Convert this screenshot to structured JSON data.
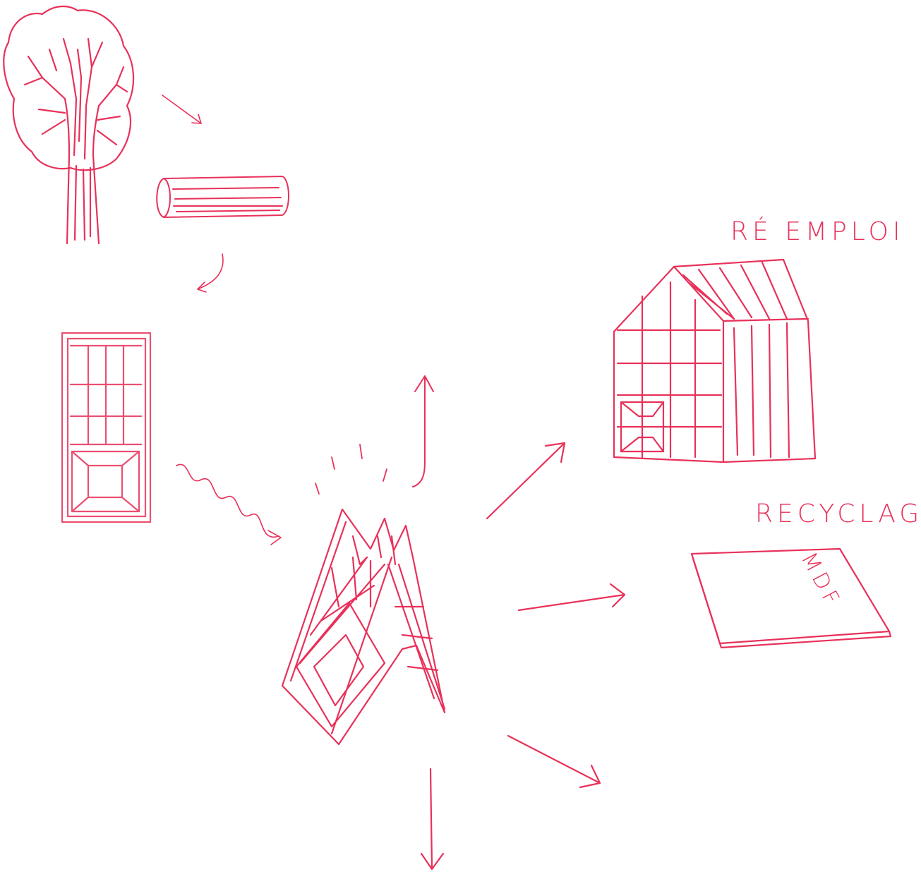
{
  "diagram": {
    "ink_color": "#e8315a",
    "labels": {
      "reuse": "RÉ EMPLOI",
      "recycling": "RECYCLAGE",
      "mdf_panel": "MDF"
    }
  }
}
